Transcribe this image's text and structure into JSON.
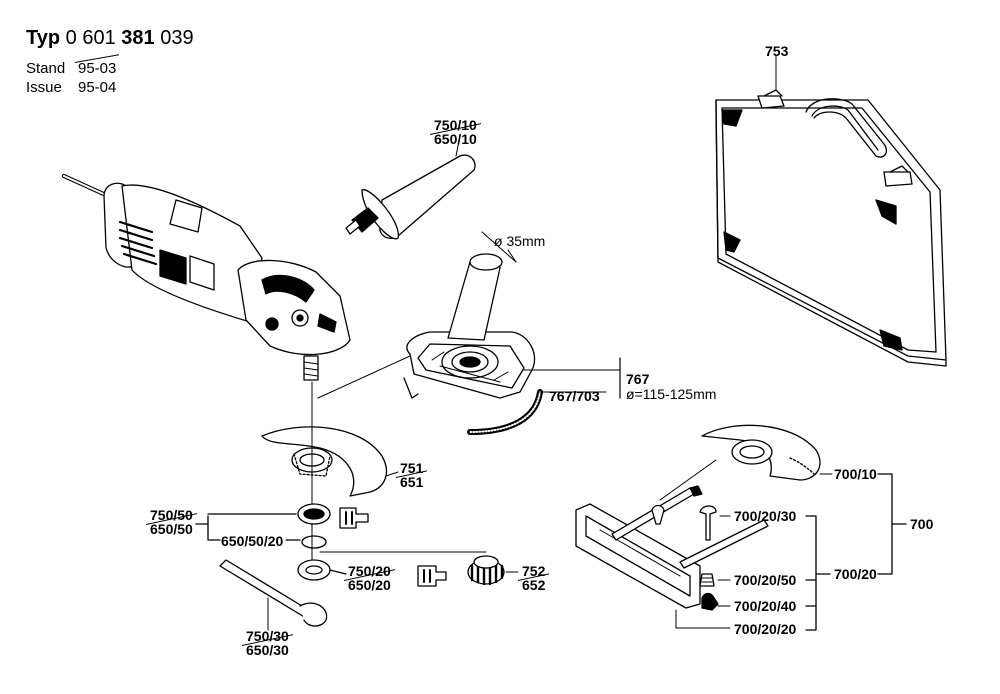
{
  "header": {
    "typ_prefix": "Typ",
    "typ_part1": "0 601",
    "typ_part2": "381",
    "typ_part3": "039",
    "stand_label": "Stand",
    "stand_value": "95-03",
    "issue_label": "Issue",
    "issue_value": "95-04"
  },
  "parts": {
    "case": "753",
    "aux_handle": "750/10",
    "aux_handle_old": "650/10",
    "dust_diameter": "ø 35mm",
    "hood": "767",
    "hood_diameter": "ø=115-125mm",
    "hood_brush": "767/703",
    "guard": "751",
    "guard_old": "651",
    "flange": "750/50",
    "flange_old": "650/50",
    "oring": "650/50/20",
    "nut": "750/20",
    "nut_old": "650/20",
    "quick_nut": "752",
    "quick_nut_old": "652",
    "spanner": "750/30",
    "spanner_old": "650/30",
    "cut_guard": "700/10",
    "cut_assembly": "700",
    "cut_sub": "700/20",
    "bolt": "700/20/30",
    "spring": "700/20/50",
    "wingnut": "700/20/40",
    "slide": "700/20/20"
  }
}
